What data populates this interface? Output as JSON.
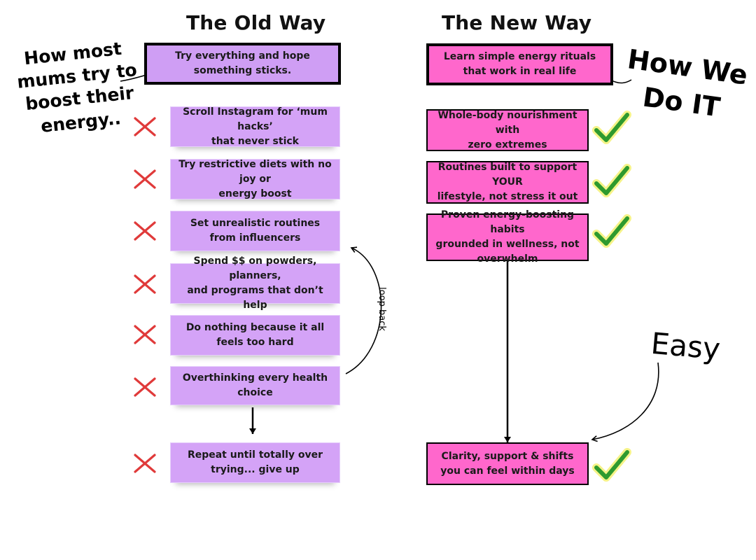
{
  "titles": {
    "old": "The Old Way",
    "new": "The New Way"
  },
  "annotations": {
    "left": [
      "How most",
      "mums try to",
      "boost their",
      "energy.."
    ],
    "right": [
      "How We",
      "Do IT"
    ],
    "easy": "Easy",
    "loop": "loop back"
  },
  "old_way": {
    "header": [
      "Try everything and hope",
      "something sticks."
    ],
    "steps": [
      [
        "Scroll Instagram for ‘mum hacks’",
        "that never stick"
      ],
      [
        "Try restrictive diets with no joy or",
        "energy boost"
      ],
      [
        "Set unrealistic routines",
        "from influencers"
      ],
      [
        "Spend $$ on powders, planners,",
        "and programs that don’t help"
      ],
      [
        "Do nothing because it all",
        "feels too hard"
      ],
      [
        "Overthinking every health",
        "choice"
      ],
      [
        "Repeat until totally over",
        "trying... give up"
      ]
    ]
  },
  "new_way": {
    "header": [
      "Learn simple energy rituals",
      "that work in real life"
    ],
    "steps": [
      [
        "Whole-body nourishment with",
        "zero extremes"
      ],
      [
        "Routines built to support YOUR",
        "lifestyle, not stress it out"
      ],
      [
        "Proven energy-boosting habits",
        "grounded in wellness, not",
        "overwhelm"
      ],
      [
        "Clarity, support & shifts",
        "you can feel within days"
      ]
    ]
  },
  "colors": {
    "old_box": "#d4a3f7",
    "new_box": "#ff67cc",
    "cross": "#e03a3a",
    "check": "#2e9a2e",
    "check_glow": "#f3f06a"
  }
}
